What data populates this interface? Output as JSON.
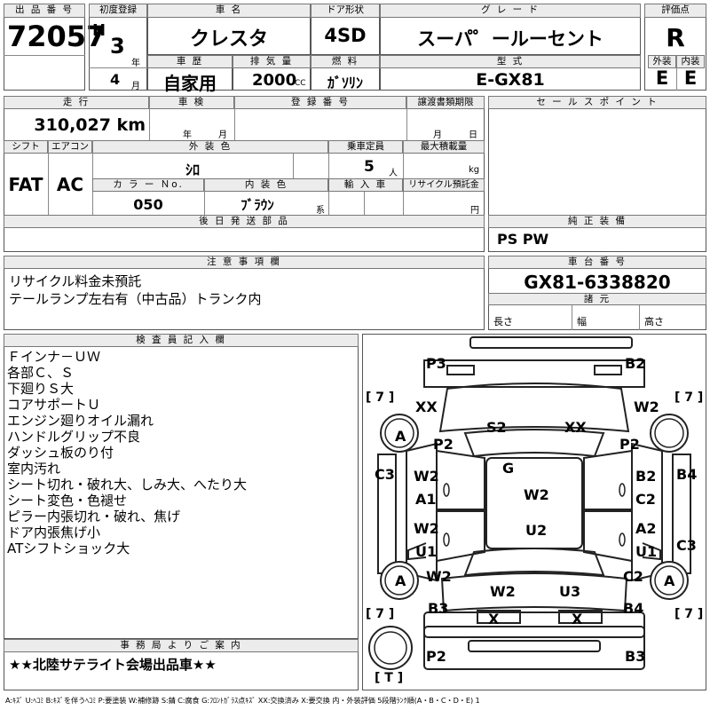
{
  "listing": {
    "lot_header": "出 品 番 号",
    "lot_number": "72057",
    "first_reg_header": "初度登録",
    "era": "H",
    "year_num": "3",
    "year_unit": "年",
    "month_num": "4",
    "month_unit": "月",
    "model_name_header": "車 名",
    "model_name": "クレスタ",
    "door_header": "ドア形状",
    "door_type": "4SD",
    "grade_header": "グ レ ー ド",
    "grade": "スーパ゜ールーセント",
    "rating_header": "評価点",
    "rating": "R",
    "history_header": "車 歴",
    "history": "自家用",
    "displacement_header": "排 気 量",
    "displacement": "2000",
    "displacement_unit": "CC",
    "fuel_header": "燃 料",
    "fuel": "ｶﾞｿﾘﾝ",
    "chassis_model_header": "型 式",
    "chassis_model": "E-GX81",
    "exterior_grade_header": "外装",
    "exterior_grade": "E",
    "interior_grade_header": "内装",
    "interior_grade": "E"
  },
  "specs": {
    "mileage_header": "走 行",
    "mileage": "310,027 km",
    "inspection_header": "車 検",
    "inspection_year_unit": "年",
    "inspection_month_unit": "月",
    "plate_header": "登 録 番 号",
    "transfer_header": "譲渡書類期限",
    "transfer_month_unit": "月",
    "transfer_day_unit": "日",
    "shift_header": "シフト",
    "shift": "FAT",
    "aircon_header": "エアコン",
    "aircon": "AC",
    "color_header": "外 装 色",
    "color": "ｼﾛ",
    "capacity_header": "乗車定員",
    "capacity": "5",
    "capacity_unit": "人",
    "load_header": "最大積載量",
    "load_unit": "kg",
    "color_no_header": "カ ラ ー Ｎo.",
    "color_no": "050",
    "interior_color_header": "内 装 色",
    "interior_color": "ﾌﾞﾗｳﾝ",
    "interior_color_unit": "系",
    "import_header": "輸 入 車",
    "recycle_header": "リサイクル預託金",
    "recycle_unit": "円",
    "later_parts_header": "後 日 発 送 部 品",
    "sales_points_header": "セ ー ル ス ポ イ ン ト",
    "equipment_header": "純 正 装 備",
    "equipment": "PS PW"
  },
  "notes": {
    "header": "注 意 事 項 欄",
    "lines": [
      "リサイクル料金未預託",
      "テールランプ左右有（中古品）トランク内"
    ]
  },
  "frame": {
    "header": "車 台 番 号",
    "number": "GX81-6338820",
    "dims_header": "諸 元",
    "length_label": "長さ",
    "width_label": "幅",
    "height_label": "高さ"
  },
  "inspector": {
    "header": "検 査 員 記 入 欄",
    "lines": [
      "Ｆインナ－ＵＷ",
      "各部Ｃ、Ｓ",
      "下廻りＳ大",
      "コアサポートＵ",
      "エンジン廻りオイル漏れ",
      "ハンドルグリップ不良",
      "ダッシュ板のり付",
      "室内汚れ",
      "シート切れ・破れ大、しみ大、へたり大",
      "シート変色・色褪せ",
      "ピラー内張切れ・破れ、焦げ",
      "ドア内張焦げ小",
      "ATシフトショック大"
    ]
  },
  "office": {
    "header": "事 務 局 よ り ご 案 内",
    "message": "★★北陸サテライト会場出品車★★"
  },
  "diagram": {
    "tire_tl": "[ 7 ]",
    "tire_tr": "[ 7 ]",
    "tire_bl": "[ 7 ]",
    "tire_br": "[ 7 ]",
    "spare": "[ T ]",
    "codes": [
      {
        "id": "rear-bumper-left",
        "t": "P3"
      },
      {
        "id": "rear-bumper-right",
        "t": "B2"
      },
      {
        "id": "rear-quarter-left-xx",
        "t": "XX"
      },
      {
        "id": "rear-quarter-right",
        "t": "W2"
      },
      {
        "id": "rear-wheel-left",
        "t": "A"
      },
      {
        "id": "trunk",
        "t": "S2"
      },
      {
        "id": "rear-glass",
        "t": "XX"
      },
      {
        "id": "rear-quarter-left",
        "t": "P2"
      },
      {
        "id": "rear-quarter-right-p2",
        "t": "P2"
      },
      {
        "id": "left-side-c3",
        "t": "C3"
      },
      {
        "id": "right-side-b4",
        "t": "B4"
      },
      {
        "id": "roof-g",
        "t": "G"
      },
      {
        "id": "rear-door-left-w2",
        "t": "W2"
      },
      {
        "id": "rear-door-right-b2",
        "t": "B2"
      },
      {
        "id": "roof-w2",
        "t": "W2"
      },
      {
        "id": "rear-door-left-a1",
        "t": "A1"
      },
      {
        "id": "rear-door-right-c2",
        "t": "C2"
      },
      {
        "id": "front-door-left-w2",
        "t": "W2"
      },
      {
        "id": "front-door-right-a2",
        "t": "A2"
      },
      {
        "id": "windshield-u2",
        "t": "U2"
      },
      {
        "id": "front-door-left-u1",
        "t": "U1"
      },
      {
        "id": "front-door-right-u1",
        "t": "U1"
      },
      {
        "id": "right-side-c3",
        "t": "C3"
      },
      {
        "id": "front-fender-left",
        "t": "W2"
      },
      {
        "id": "front-fender-right",
        "t": "C2"
      },
      {
        "id": "front-wheel-left",
        "t": "A"
      },
      {
        "id": "front-wheel-right",
        "t": "A"
      },
      {
        "id": "hood-w2",
        "t": "W2"
      },
      {
        "id": "hood-u3",
        "t": "U3"
      },
      {
        "id": "front-left-b3",
        "t": "B3"
      },
      {
        "id": "front-right-b4",
        "t": "B4"
      },
      {
        "id": "headlight-left",
        "t": "X"
      },
      {
        "id": "headlight-right",
        "t": "X"
      },
      {
        "id": "front-bumper-left",
        "t": "P2"
      },
      {
        "id": "front-bumper-right",
        "t": "B3"
      }
    ],
    "wheel_tr": "",
    "legend": "A:ｷｽﾞ U:ﾍｺﾐ B:ｷｽﾞを伴うﾍｺﾐ P:要塗装 W:補修跡 S:錆 C:腐食 G:ﾌﾛﾝﾄｶﾞﾗｽ点ｷｽﾞ XX:交換済み X:要交換 内・外装評価 5段階ﾗﾝｸ順(A・B・C・D・E) 1"
  }
}
